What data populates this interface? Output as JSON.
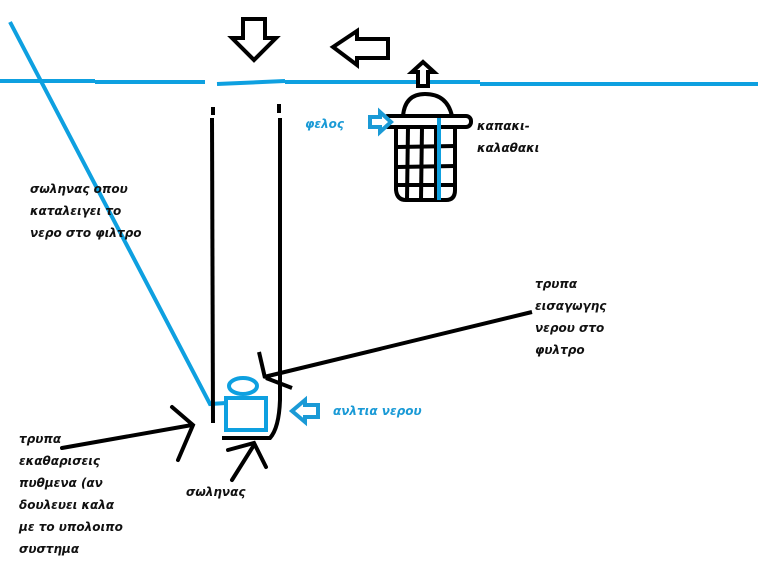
{
  "colors": {
    "water_blue": "#0ea0e0",
    "ink": "#000000",
    "label_blue": "#1a9ad6",
    "background": "#ffffff"
  },
  "labels": {
    "float": "φελος",
    "lid_basket": [
      "καπακι-",
      "καλαθακι"
    ],
    "inlet_hose": [
      "σωληνας οπου",
      "καταλειγει το",
      "νερο στο φιλτρο"
    ],
    "inlet_hole": [
      "τρυπα",
      "εισαγωγης",
      "νερου στο",
      "φυλτρο"
    ],
    "water_pump": "ανλτια νερου",
    "pipe": "σωληνας",
    "bottom_cleaning_hole": [
      "τρυπα",
      "εκαθαρισεις",
      "πυθμενα (αν",
      "δουλευει καλα",
      "με το υπολοιπο",
      "συστημα"
    ]
  },
  "icons": {
    "flow_down": "arrow-down-outline-icon",
    "flow_left": "arrow-left-outline-icon",
    "float_up": "arrow-up-icon",
    "float_pointer": "arrow-right-blue-icon",
    "pump_pointer": "arrow-left-blue-icon"
  }
}
